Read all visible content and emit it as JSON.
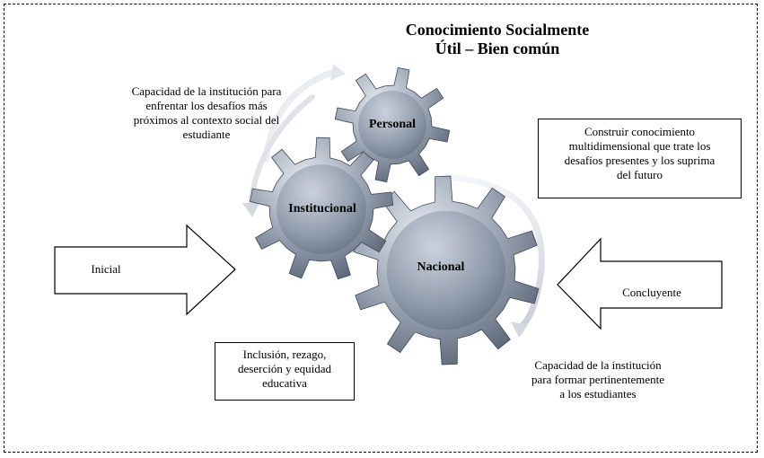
{
  "title": {
    "line1": "Conocimiento Socialmente",
    "line2": "Útil – Bien común"
  },
  "gears": {
    "personal": "Personal",
    "institucional": "Institucional",
    "nacional": "Nacional"
  },
  "arrows": {
    "left": "Inicial",
    "right": "Concluyente"
  },
  "notes": {
    "institucion_capacidad": [
      "Capacidad de la institución para",
      "enfrentar los desafíos más",
      "próximos al contexto social del",
      "estudiante"
    ],
    "construir": [
      "Construir conocimiento",
      "multidimensional que trate los",
      "desafíos presentes y los suprima",
      "del futuro"
    ],
    "inclusion": [
      "Inclusión, rezago,",
      "deserción y equidad",
      "educativa"
    ],
    "formar": [
      "Capacidad de la institución",
      "para formar pertinentemente",
      "a los estudiantes"
    ]
  },
  "colors": {
    "gear_light": "#dfe4ec",
    "gear_dark": "#4f5a6b",
    "cycle_arrow": "#d9dde3"
  }
}
